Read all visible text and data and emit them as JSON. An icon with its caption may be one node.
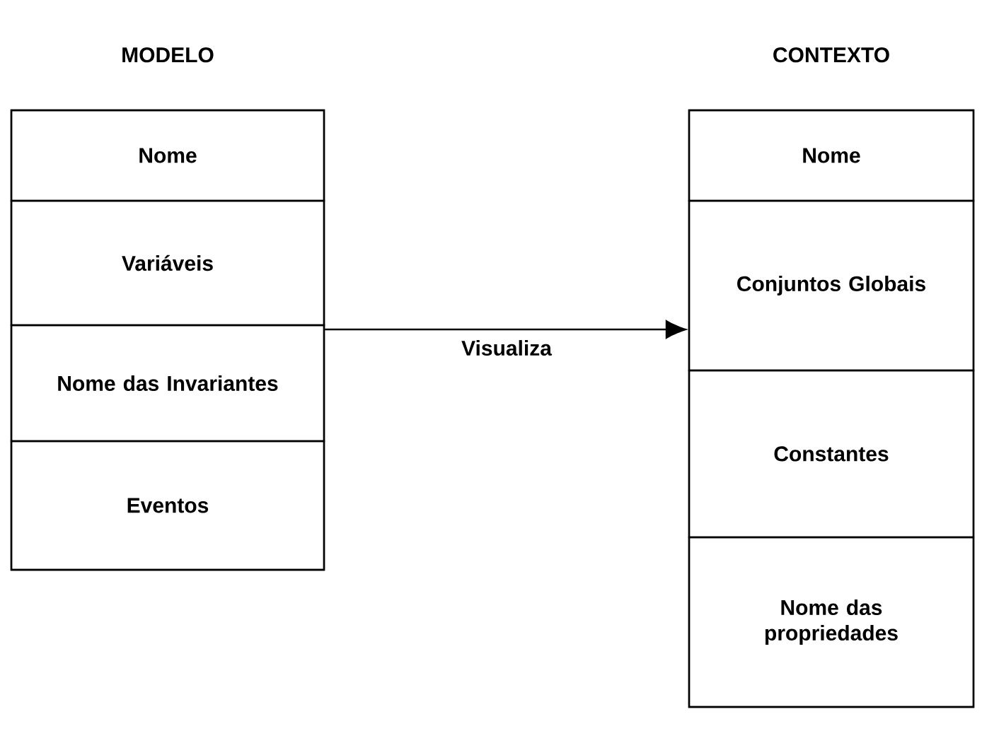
{
  "diagram": {
    "nodes": [
      {
        "text": [
          "MODELO"
        ]
      },
      {
        "text": [
          "Nome"
        ],
        "in": 0
      },
      {
        "text": [
          "Variáveis"
        ],
        "in": 0
      },
      {
        "text": [
          "Nome das Invariantes"
        ],
        "in": 0
      },
      {
        "text": [
          "Eventos"
        ],
        "in": 0
      },
      {
        "text": [
          "CONTEXTO"
        ]
      },
      {
        "text": [
          "Nome"
        ],
        "in": 5
      },
      {
        "text": [
          "Conjuntos Globais"
        ],
        "in": 5
      },
      {
        "text": [
          "Constantes"
        ],
        "in": 5
      },
      {
        "text": [
          "Nome das propriedades"
        ],
        "in": 5
      }
    ],
    "edges": [
      {
        "from": 2,
        "to": 7,
        "arrow": "to",
        "label": "Visualiza"
      }
    ]
  }
}
